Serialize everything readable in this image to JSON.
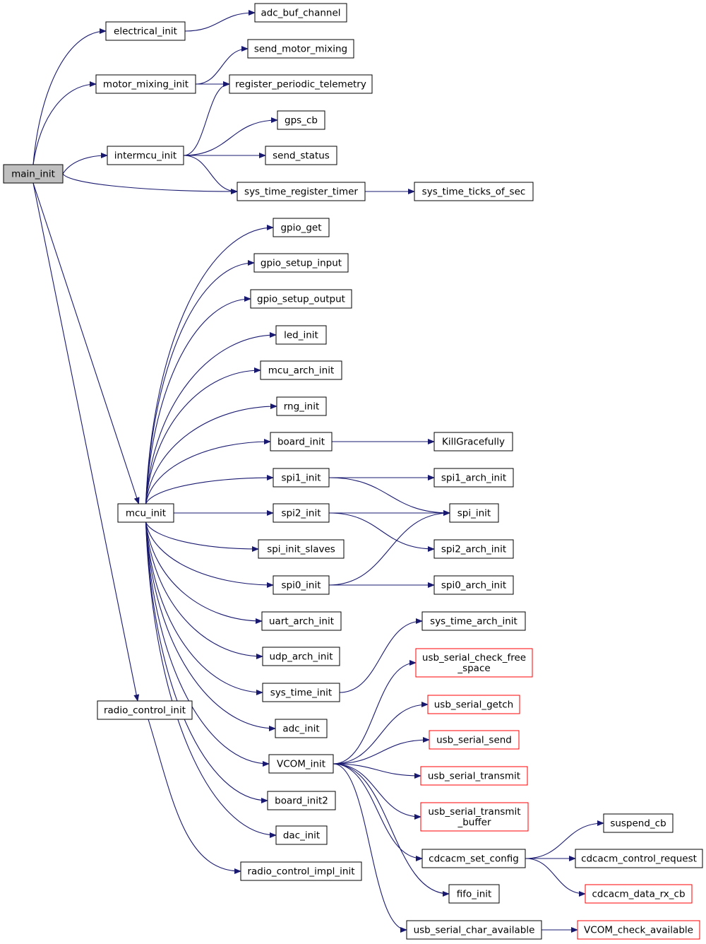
{
  "graph": {
    "edge_color": "#191970",
    "node_border_color": "#000000",
    "truncated_node_border_color": "#ff0000",
    "root_fill_color": "#bfbfbf",
    "nodes": [
      {
        "id": "main_init",
        "label": [
          "main_init"
        ],
        "root": true
      },
      {
        "id": "electrical_init",
        "label": [
          "electrical_init"
        ]
      },
      {
        "id": "adc_buf_channel",
        "label": [
          "adc_buf_channel"
        ]
      },
      {
        "id": "send_motor_mixing",
        "label": [
          "send_motor_mixing"
        ]
      },
      {
        "id": "motor_mixing_init",
        "label": [
          "motor_mixing_init"
        ]
      },
      {
        "id": "register_periodic_telemetry",
        "label": [
          "register_periodic_telemetry"
        ]
      },
      {
        "id": "gps_cb",
        "label": [
          "gps_cb"
        ]
      },
      {
        "id": "intermcu_init",
        "label": [
          "intermcu_init"
        ]
      },
      {
        "id": "send_status",
        "label": [
          "send_status"
        ]
      },
      {
        "id": "sys_time_register_timer",
        "label": [
          "sys_time_register_timer"
        ]
      },
      {
        "id": "sys_time_ticks_of_sec",
        "label": [
          "sys_time_ticks_of_sec"
        ]
      },
      {
        "id": "gpio_get",
        "label": [
          "gpio_get"
        ]
      },
      {
        "id": "gpio_setup_input",
        "label": [
          "gpio_setup_input"
        ]
      },
      {
        "id": "gpio_setup_output",
        "label": [
          "gpio_setup_output"
        ]
      },
      {
        "id": "led_init",
        "label": [
          "led_init"
        ]
      },
      {
        "id": "mcu_arch_init",
        "label": [
          "mcu_arch_init"
        ]
      },
      {
        "id": "rng_init",
        "label": [
          "rng_init"
        ]
      },
      {
        "id": "board_init",
        "label": [
          "board_init"
        ]
      },
      {
        "id": "KillGracefully",
        "label": [
          "KillGracefully"
        ]
      },
      {
        "id": "spi1_init",
        "label": [
          "spi1_init"
        ]
      },
      {
        "id": "spi1_arch_init",
        "label": [
          "spi1_arch_init"
        ]
      },
      {
        "id": "mcu_init",
        "label": [
          "mcu_init"
        ]
      },
      {
        "id": "spi2_init",
        "label": [
          "spi2_init"
        ]
      },
      {
        "id": "spi_init",
        "label": [
          "spi_init"
        ]
      },
      {
        "id": "spi_init_slaves",
        "label": [
          "spi_init_slaves"
        ]
      },
      {
        "id": "spi2_arch_init",
        "label": [
          "spi2_arch_init"
        ]
      },
      {
        "id": "spi0_init",
        "label": [
          "spi0_init"
        ]
      },
      {
        "id": "spi0_arch_init",
        "label": [
          "spi0_arch_init"
        ]
      },
      {
        "id": "uart_arch_init",
        "label": [
          "uart_arch_init"
        ]
      },
      {
        "id": "sys_time_arch_init",
        "label": [
          "sys_time_arch_init"
        ]
      },
      {
        "id": "udp_arch_init",
        "label": [
          "udp_arch_init"
        ]
      },
      {
        "id": "usb_serial_check_free_space",
        "label": [
          "usb_serial_check_free",
          "_space"
        ],
        "truncated": true
      },
      {
        "id": "sys_time_init",
        "label": [
          "sys_time_init"
        ]
      },
      {
        "id": "usb_serial_getch",
        "label": [
          "usb_serial_getch"
        ],
        "truncated": true
      },
      {
        "id": "radio_control_init",
        "label": [
          "radio_control_init"
        ]
      },
      {
        "id": "adc_init",
        "label": [
          "adc_init"
        ]
      },
      {
        "id": "usb_serial_send",
        "label": [
          "usb_serial_send"
        ],
        "truncated": true
      },
      {
        "id": "VCOM_init",
        "label": [
          "VCOM_init"
        ]
      },
      {
        "id": "usb_serial_transmit",
        "label": [
          "usb_serial_transmit"
        ],
        "truncated": true
      },
      {
        "id": "board_init2",
        "label": [
          "board_init2"
        ]
      },
      {
        "id": "usb_serial_transmit_buffer",
        "label": [
          "usb_serial_transmit",
          "_buffer"
        ],
        "truncated": true
      },
      {
        "id": "dac_init",
        "label": [
          "dac_init"
        ]
      },
      {
        "id": "suspend_cb",
        "label": [
          "suspend_cb"
        ]
      },
      {
        "id": "cdcacm_set_config",
        "label": [
          "cdcacm_set_config"
        ]
      },
      {
        "id": "cdcacm_control_request",
        "label": [
          "cdcacm_control_request"
        ]
      },
      {
        "id": "radio_control_impl_init",
        "label": [
          "radio_control_impl_init"
        ]
      },
      {
        "id": "cdcacm_data_rx_cb",
        "label": [
          "cdcacm_data_rx_cb"
        ],
        "truncated": true
      },
      {
        "id": "fifo_init",
        "label": [
          "fifo_init"
        ]
      },
      {
        "id": "usb_serial_char_available",
        "label": [
          "usb_serial_char_available"
        ]
      },
      {
        "id": "VCOM_check_available",
        "label": [
          "VCOM_check_available"
        ],
        "truncated": true
      }
    ],
    "edges": [
      [
        "main_init",
        "electrical_init"
      ],
      [
        "main_init",
        "motor_mixing_init"
      ],
      [
        "main_init",
        "intermcu_init"
      ],
      [
        "main_init",
        "sys_time_register_timer"
      ],
      [
        "main_init",
        "mcu_init"
      ],
      [
        "main_init",
        "radio_control_init"
      ],
      [
        "electrical_init",
        "adc_buf_channel"
      ],
      [
        "motor_mixing_init",
        "send_motor_mixing"
      ],
      [
        "motor_mixing_init",
        "register_periodic_telemetry"
      ],
      [
        "intermcu_init",
        "register_periodic_telemetry"
      ],
      [
        "intermcu_init",
        "gps_cb"
      ],
      [
        "intermcu_init",
        "send_status"
      ],
      [
        "intermcu_init",
        "sys_time_register_timer"
      ],
      [
        "sys_time_register_timer",
        "sys_time_ticks_of_sec"
      ],
      [
        "mcu_init",
        "gpio_get"
      ],
      [
        "mcu_init",
        "gpio_setup_input"
      ],
      [
        "mcu_init",
        "gpio_setup_output"
      ],
      [
        "mcu_init",
        "led_init"
      ],
      [
        "mcu_init",
        "mcu_arch_init"
      ],
      [
        "mcu_init",
        "rng_init"
      ],
      [
        "mcu_init",
        "board_init"
      ],
      [
        "mcu_init",
        "spi1_init"
      ],
      [
        "mcu_init",
        "spi2_init"
      ],
      [
        "mcu_init",
        "spi_init_slaves"
      ],
      [
        "mcu_init",
        "spi0_init"
      ],
      [
        "mcu_init",
        "uart_arch_init"
      ],
      [
        "mcu_init",
        "udp_arch_init"
      ],
      [
        "mcu_init",
        "sys_time_init"
      ],
      [
        "mcu_init",
        "adc_init"
      ],
      [
        "mcu_init",
        "VCOM_init"
      ],
      [
        "mcu_init",
        "board_init2"
      ],
      [
        "mcu_init",
        "dac_init"
      ],
      [
        "board_init",
        "KillGracefully"
      ],
      [
        "spi1_init",
        "spi1_arch_init"
      ],
      [
        "spi1_init",
        "spi_init"
      ],
      [
        "spi2_init",
        "spi_init"
      ],
      [
        "spi2_init",
        "spi2_arch_init"
      ],
      [
        "spi0_init",
        "spi_init"
      ],
      [
        "spi0_init",
        "spi0_arch_init"
      ],
      [
        "sys_time_init",
        "sys_time_arch_init"
      ],
      [
        "radio_control_init",
        "radio_control_impl_init"
      ],
      [
        "VCOM_init",
        "usb_serial_check_free_space"
      ],
      [
        "VCOM_init",
        "usb_serial_getch"
      ],
      [
        "VCOM_init",
        "usb_serial_send"
      ],
      [
        "VCOM_init",
        "usb_serial_transmit"
      ],
      [
        "VCOM_init",
        "usb_serial_transmit_buffer"
      ],
      [
        "VCOM_init",
        "cdcacm_set_config"
      ],
      [
        "VCOM_init",
        "fifo_init"
      ],
      [
        "VCOM_init",
        "usb_serial_char_available"
      ],
      [
        "cdcacm_set_config",
        "suspend_cb"
      ],
      [
        "cdcacm_set_config",
        "cdcacm_control_request"
      ],
      [
        "cdcacm_set_config",
        "cdcacm_data_rx_cb"
      ],
      [
        "usb_serial_char_available",
        "VCOM_check_available"
      ]
    ]
  }
}
